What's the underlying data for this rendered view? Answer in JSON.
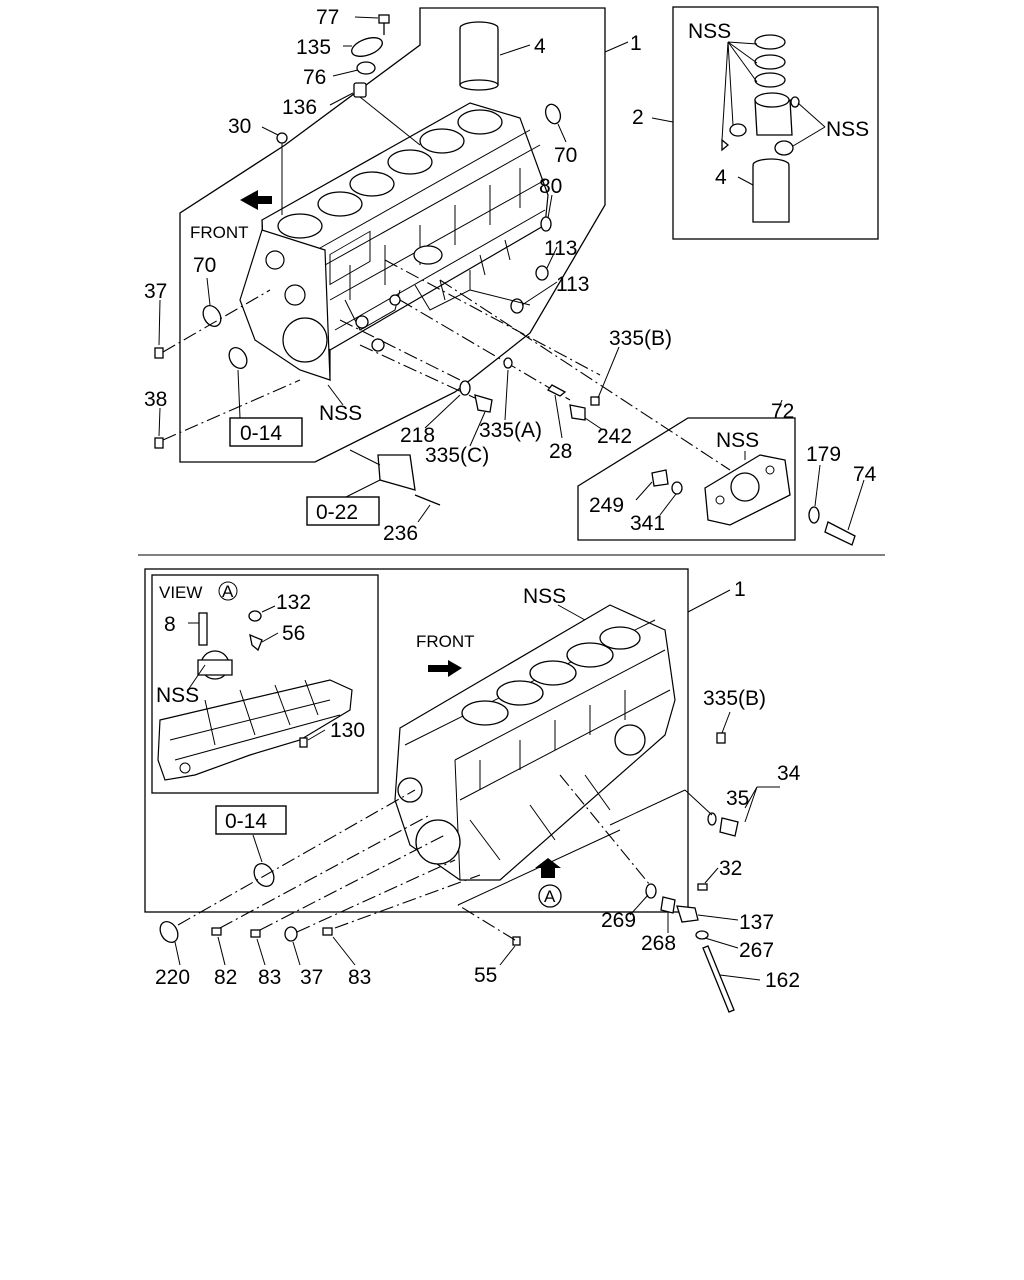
{
  "upper": {
    "labels": {
      "l77": "77",
      "l135": "135",
      "l76": "76",
      "l136": "136",
      "l4": "4",
      "l1": "1",
      "l30": "30",
      "l70a": "70",
      "l80": "80",
      "l113a": "113",
      "l113b": "113",
      "front": "FRONT",
      "l70b": "70",
      "l37": "37",
      "l38": "38",
      "nss_block": "NSS",
      "ref_014": "0-14",
      "l218": "218",
      "l335a": "335(A)",
      "l335c": "335(C)",
      "l28": "28",
      "l242": "242",
      "l335b": "335(B)",
      "l72": "72",
      "nss_cover": "NSS",
      "l249": "249",
      "l341": "341",
      "l179": "179",
      "l74": "74",
      "ref_022": "0-22",
      "l236": "236"
    },
    "inset": {
      "nss_top": "NSS",
      "nss_right": "NSS",
      "l2": "2",
      "l4": "4"
    }
  },
  "lower": {
    "labels": {
      "l1": "1",
      "nss_top": "NSS",
      "front": "FRONT",
      "l335b": "335(B)",
      "l34": "34",
      "l35": "35",
      "ref_014": "0-14",
      "l32": "32",
      "view_a_marker": "A",
      "l269": "269",
      "l268": "268",
      "l137": "137",
      "l267": "267",
      "l162": "162",
      "l220": "220",
      "l82": "82",
      "l83a": "83",
      "l37": "37",
      "l83b": "83",
      "l55": "55"
    },
    "view_a": {
      "title": "VIEW",
      "title_marker": "A",
      "l132": "132",
      "l8": "8",
      "l56": "56",
      "nss": "NSS",
      "l130": "130"
    }
  }
}
